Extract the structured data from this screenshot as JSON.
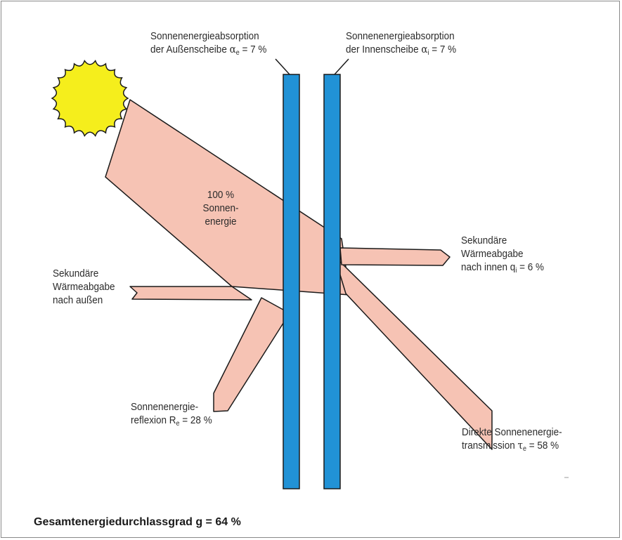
{
  "labels": {
    "absorption_outer_l1": "Sonnenenergieabsorption",
    "absorption_outer_l2": "der Außenscheibe",
    "absorption_outer_sym": "α",
    "absorption_outer_sub": "e",
    "absorption_outer_val": " = 7 %",
    "absorption_inner_l1": "Sonnenenergieabsorption",
    "absorption_inner_l2": "der Innenscheibe",
    "absorption_inner_sym": "α",
    "absorption_inner_sub": "i",
    "absorption_inner_val": " = 7 %",
    "incident_l1": "100 %",
    "incident_l2": "Sonnen-",
    "incident_l3": "energie",
    "secondary_inner_l1": "Sekundäre",
    "secondary_inner_l2": "Wärmeabgabe",
    "secondary_inner_l3": "nach innen q",
    "secondary_inner_sub": "i",
    "secondary_inner_val": " = 6 %",
    "secondary_outer_l1": "Sekundäre",
    "secondary_outer_l2": "Wärmeabgabe",
    "secondary_outer_l3": "nach außen",
    "reflection_l1": "Sonnenenergie-",
    "reflection_l2": "reflexion R",
    "reflection_sub": "e",
    "reflection_val": " = 28 %",
    "transmission_l1": "Direkte Sonnenenergie-",
    "transmission_l2": "transmission ",
    "transmission_sym": "τ",
    "transmission_sub": "e",
    "transmission_val": " = 58 %"
  },
  "footer": "Gesamtenergiedurchlassgrad g = 64 %",
  "colors": {
    "beam": "#f6c3b4",
    "beam_stroke": "#1a1a1a",
    "glass": "#2192d6",
    "glass_stroke": "#1a1a1a",
    "sun": "#f5ee1c",
    "sun_stroke": "#1a1a1a",
    "frame": "#8a8a8a"
  }
}
